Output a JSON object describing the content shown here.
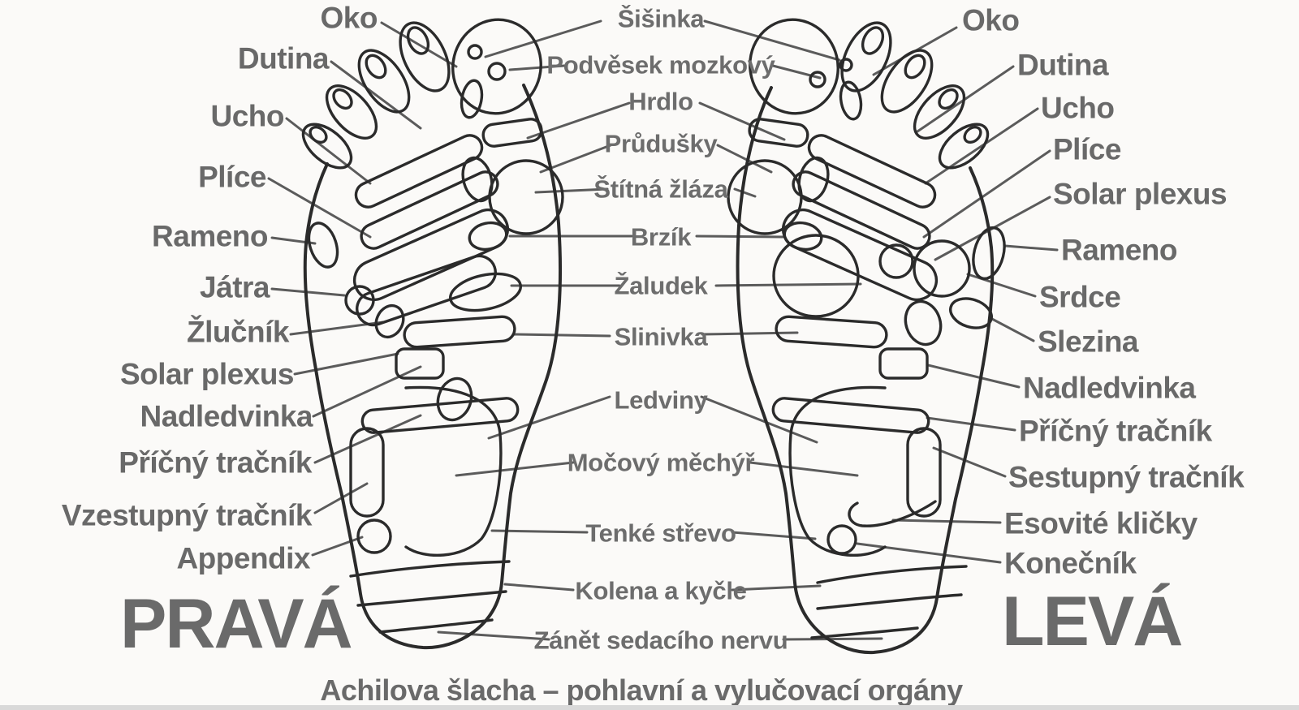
{
  "diagram": {
    "caption": "Achilova šlacha – pohlavní a vylučovací orgány",
    "right_foot": {
      "name": "PRAVÁ",
      "labels": [
        "Oko",
        "Dutina",
        "Ucho",
        "Plíce",
        "Rameno",
        "Játra",
        "Žlučník",
        "Solar plexus",
        "Nadledvinka",
        "Příčný tračník",
        "Vzestupný tračník",
        "Appendix"
      ]
    },
    "left_foot": {
      "name": "LEVÁ",
      "labels": [
        "Oko",
        "Dutina",
        "Ucho",
        "Plíce",
        "Solar plexus",
        "Rameno",
        "Srdce",
        "Slezina",
        "Nadledvinka",
        "Příčný tračník",
        "Sestupný tračník",
        "Esovité kličky",
        "Konečník"
      ]
    },
    "center_labels": [
      "Šišinka",
      "Podvěsek mozkový",
      "Hrdlo",
      "Průdušky",
      "Štítná žláza",
      "Brzík",
      "Žaludek",
      "Slinivka",
      "Ledviny",
      "Močový měchýř",
      "Tenké střevo",
      "Kolena a kyčle",
      "Zánět sedacího nervu"
    ]
  },
  "colors": {
    "label_text": "#696969",
    "line_art": "#2b2b2b",
    "leader_line": "#4e4e4e",
    "background": "#fbfaf8"
  }
}
